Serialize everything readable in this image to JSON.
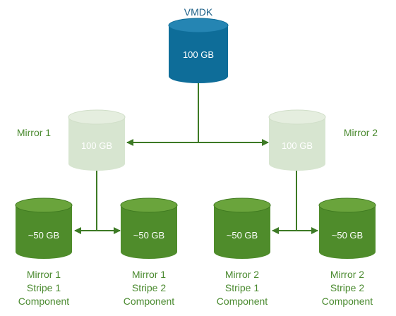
{
  "title": "VMDK",
  "colors": {
    "vmdk_fill": "#0e6d99",
    "vmdk_top": "#2585b3",
    "mirror_fill": "#d7e5d0",
    "mirror_top": "#e5eedf",
    "component_fill": "#4f8c2b",
    "component_top": "#6aa43c",
    "connector": "#3d7a25",
    "green_text": "#4a8a2f",
    "blue_text": "#1a5e86"
  },
  "vmdk": {
    "capacity": "100 GB"
  },
  "mirrors": [
    {
      "label": "Mirror 1",
      "capacity": "100 GB"
    },
    {
      "label": "Mirror 2",
      "capacity": "100 GB"
    }
  ],
  "components": [
    {
      "capacity": "~50 GB",
      "label_lines": [
        "Mirror 1",
        "Stripe 1",
        "Component"
      ]
    },
    {
      "capacity": "~50 GB",
      "label_lines": [
        "Mirror 1",
        "Stripe 2",
        "Component"
      ]
    },
    {
      "capacity": "~50 GB",
      "label_lines": [
        "Mirror 2",
        "Stripe 1",
        "Component"
      ]
    },
    {
      "capacity": "~50 GB",
      "label_lines": [
        "Mirror 2",
        "Stripe 2",
        "Component"
      ]
    }
  ]
}
